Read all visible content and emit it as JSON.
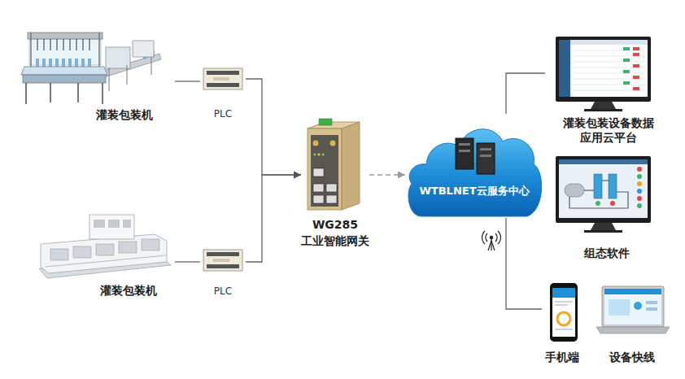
{
  "diagram": {
    "nodes": [
      {
        "text": [
          "灌装包装机"
        ]
      },
      {
        "text": [
          "PLC"
        ]
      },
      {
        "text": [
          "灌装包装机"
        ]
      },
      {
        "text": [
          "PLC"
        ]
      },
      {
        "text": [
          "WG285 工业智能网关"
        ]
      },
      {
        "text": [
          "WTBLNET云服务中心"
        ]
      },
      {
        "text": [
          "灌装包装设备数据 应用云平台"
        ]
      },
      {
        "text": [
          "组态软件"
        ]
      },
      {
        "text": [
          "手机端"
        ]
      },
      {
        "text": [
          "设备快线"
        ]
      }
    ],
    "edges": [
      {
        "from": 0,
        "to": 1,
        "arrow": "none"
      },
      {
        "from": 2,
        "to": 3,
        "arrow": "none"
      },
      {
        "from": 1,
        "to": 4,
        "arrow": "to"
      },
      {
        "from": 3,
        "to": 4,
        "arrow": "to"
      },
      {
        "from": 4,
        "to": 5,
        "arrow": "to"
      },
      {
        "from": 5,
        "to": 6,
        "arrow": "none"
      },
      {
        "from": 5,
        "to": 8,
        "arrow": "none"
      }
    ]
  }
}
